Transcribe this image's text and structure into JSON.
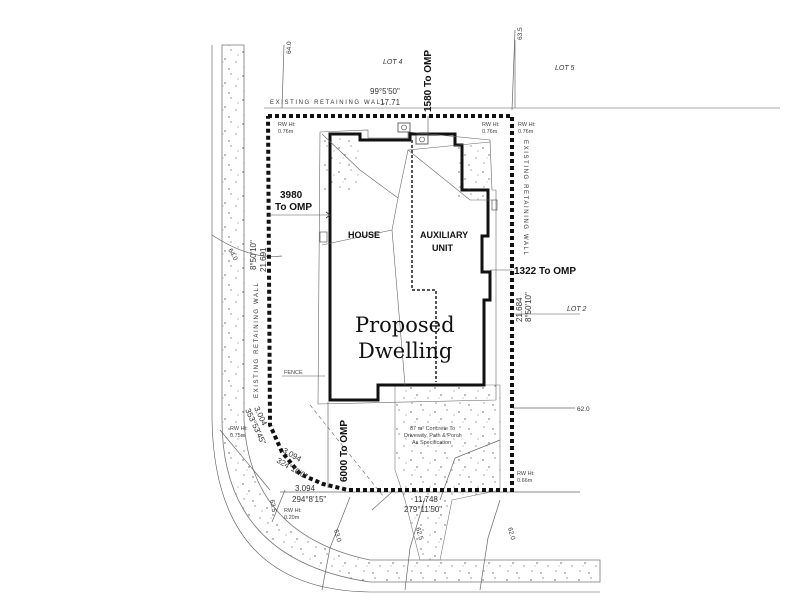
{
  "lots": {
    "lot4": "LOT 4",
    "lot5": "LOT 5",
    "lot2": "LOT 2"
  },
  "walls": {
    "top": "EXISTING  RETAINING  WALL",
    "right": "EXISTING  RETAINING  WALL",
    "left": "EXISTING  RETAINING  WALL"
  },
  "rw_heights": {
    "top_left": [
      "RW Ht:",
      "0.76m"
    ],
    "top_mid": [
      "RW Ht:",
      "0.76m"
    ],
    "top_right": [
      "RW Ht:",
      "0.76m"
    ],
    "left": [
      "RW Ht:",
      "0.75m"
    ],
    "bottom_right": [
      "RW Ht:",
      "0.66m"
    ],
    "bottom_left": [
      "RW Ht:",
      "0.20m"
    ]
  },
  "contours": {
    "c640_top": "64.0",
    "c635_top": "63.5",
    "c640_left": "64.0",
    "c620": "62.0",
    "c635_bottom": "63.5",
    "c630": "63.0",
    "c625": "62.5",
    "c620_bottom": "62.0"
  },
  "boundary": {
    "top_bearing": "99°5'50\"",
    "top_length": "17.71",
    "left_bearing": "8°50'10\"",
    "left_length": "21.691",
    "right_length": "21.684",
    "right_bearing": "8°50'10\"",
    "bottom_length": "11.748",
    "bottom_bearing": "279°11'50\"",
    "corner_length": "3.094",
    "corner_bearing": "294°8'15\"",
    "curve_a_length": "3.094",
    "curve_a_bearing": "324°10'0\"",
    "curve_b_length": "3.004",
    "curve_b_bearing": "353°53'45\""
  },
  "setbacks": {
    "top": "1580 To OMP",
    "left_value": "3980",
    "left_unit": "To OMP",
    "right": "1322 To OMP",
    "bottom": "6000 To OMP"
  },
  "building": {
    "house": "HOUSE",
    "aux_line1": "AUXILIARY",
    "aux_line2": "UNIT",
    "title_line1": "Proposed",
    "title_line2": "Dwelling",
    "fence": "FENCE"
  },
  "concrete_note": [
    "87 m² Concrete To",
    "Driveway, Path & Porch",
    "As Specification"
  ]
}
